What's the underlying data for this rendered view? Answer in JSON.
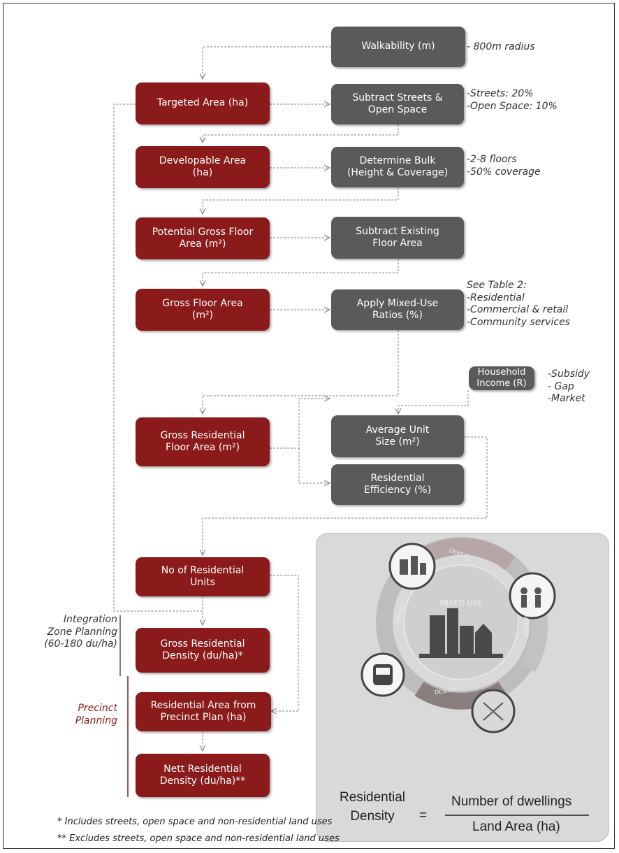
{
  "boxes": {
    "walkability": "Walkability (m)",
    "targeted_area": "Targeted Area (ha)",
    "subtract_streets": "Subtract Streets &\nOpen Space",
    "developable_area": "Developable Area\n(ha)",
    "determine_bulk": "Determine Bulk\n(Height & Coverage)",
    "potential_gfa": "Potential Gross Floor\nArea (m²)",
    "subtract_existing": "Subtract Existing\nFloor Area",
    "gross_floor_area": "Gross Floor Area\n(m²)",
    "mixed_use_ratios": "Apply Mixed-Use\nRatios (%)",
    "household_income": "Household\nIncome (R)",
    "gross_residential_floor_area": "Gross Residential\nFloor Area (m²)",
    "average_unit_size": "Average Unit\nSize (m²)",
    "residential_efficiency": "Residential\nEfficiency (%)",
    "no_residential_units": "No of Residential\nUnits",
    "gross_residential_density": "Gross Residential\nDensity (du/ha)*",
    "residential_area_precinct": "Residential Area from\nPrecinct Plan (ha)",
    "nett_residential_density": "Nett Residential\nDensity (du/ha)**"
  },
  "notes": {
    "walkability": "- 800m radius",
    "streets": "-Streets: 20%\n-Open Space: 10%",
    "bulk": "-2-8 floors\n-50% coverage",
    "mixed_use": "See Table 2:\n-Residential\n-Commercial & retail\n-Community services",
    "income": "-Subsidy\n- Gap\n-Market"
  },
  "side_labels": {
    "integration": "Integration\nZone Planning\n(60-180 du/ha)",
    "precinct": "Precinct\nPlanning"
  },
  "inset": {
    "center_label": "MIXED USE",
    "ring_labels": [
      "DENSITY",
      "DIVERSITY",
      "TRANSIT",
      "DESIGN"
    ],
    "formula_left": "Residential\nDensity",
    "formula_equals": "=",
    "formula_numerator": "Number of dwellings",
    "formula_denominator": "Land Area (ha)"
  },
  "footnotes": {
    "one": "* Includes streets, open space and non-residential land uses",
    "two": "** Excludes streets, open space and non-residential land uses"
  },
  "colors": {
    "red_box": "#8b1a1a",
    "grey_box": "#5a5a5a",
    "precinct_label": "#8b1a1a",
    "connector": "#9a9a9a"
  }
}
